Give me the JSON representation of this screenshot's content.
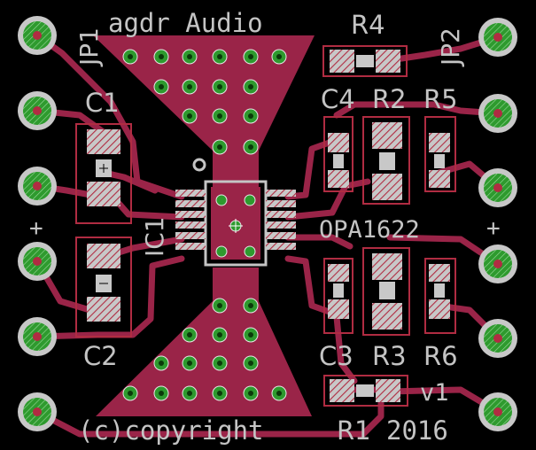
{
  "board": {
    "title": "agdr Audio",
    "part_number": "OPA1622",
    "version": "v1",
    "copyright": "(c)copyright",
    "year": "2016",
    "plus_left": "+",
    "plus_right": "+"
  },
  "headers": {
    "jp1": "JP1",
    "jp2": "JP2"
  },
  "components": {
    "c1": "C1",
    "c2": "C2",
    "c3": "C3",
    "c4": "C4",
    "r1": "R1",
    "r2": "R2",
    "r3": "R3",
    "r4": "R4",
    "r5": "R5",
    "r6": "R6",
    "ic1": "IC1"
  },
  "colors": {
    "background": "#000000",
    "copper": "#9a2448",
    "pad_green": "#2e9a2e",
    "silkscreen": "#c4c4c4",
    "smd_pad": "#c8c8c8"
  }
}
